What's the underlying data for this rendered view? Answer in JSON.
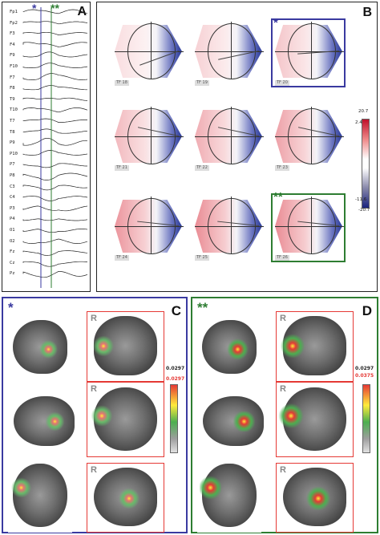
{
  "panel_a": {
    "label": "A",
    "stars": {
      "blue": "*",
      "green": "**"
    },
    "channels": [
      "Fp1",
      "Fp2",
      "F3",
      "F4",
      "F9",
      "F10",
      "F7",
      "F8",
      "T9",
      "T10",
      "T7",
      "T8",
      "P9",
      "P10",
      "P7",
      "P8",
      "C3",
      "C4",
      "P3",
      "P4",
      "O1",
      "O2",
      "Fz",
      "Cz",
      "Pz"
    ]
  },
  "panel_b": {
    "label": "B",
    "stars": {
      "blue": "*",
      "green": "**"
    },
    "maps": [
      {
        "tf": "TF 18"
      },
      {
        "tf": "TF 19"
      },
      {
        "tf": "TF 20"
      },
      {
        "tf": "TF 21"
      },
      {
        "tf": "TF 22"
      },
      {
        "tf": "TF 23"
      },
      {
        "tf": "TF 24"
      },
      {
        "tf": "TF 25"
      },
      {
        "tf": "TF 26"
      }
    ],
    "colorbar": {
      "top": "20.7",
      "upper": "2.4",
      "lower": "-11.6",
      "bottom": "-20.7"
    }
  },
  "panel_c": {
    "label": "C",
    "star": "*",
    "r_label": "R",
    "scale_max": "0.0297",
    "scale_thr": "0.0297"
  },
  "panel_d": {
    "label": "D",
    "star": "**",
    "r_label": "R",
    "scale_max": "0.0297",
    "scale_thr": "0.0375"
  },
  "colors": {
    "blue": "#3a3aa0",
    "green": "#2e7d32",
    "red": "#d32f2f"
  }
}
